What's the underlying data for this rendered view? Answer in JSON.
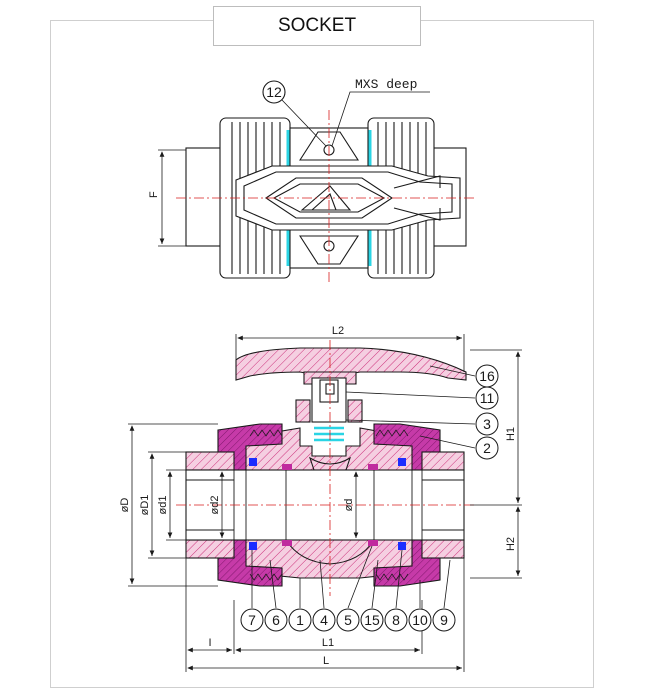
{
  "title": "SOCKET",
  "top_view": {
    "callout_number": "12",
    "note": "MXS deep",
    "dim_f": "F"
  },
  "section_view": {
    "dims": {
      "L2": "L2",
      "H1": "H1",
      "H2": "H2",
      "D": "øD",
      "D1": "øD1",
      "d1": "ød1",
      "d2": "ød2",
      "d": "ød",
      "I": "I",
      "L1": "L1",
      "L": "L"
    },
    "right_callouts": [
      "16",
      "11",
      "3",
      "2"
    ],
    "bottom_callouts": [
      "7",
      "6",
      "1",
      "4",
      "5",
      "15",
      "8",
      "10",
      "9"
    ]
  },
  "colors": {
    "body_fill": "#f3c8dd",
    "body_hatch": "#c81e6e",
    "nut_fill": "#c02a9e",
    "seal_blue": "#1c2cff",
    "oring_cyan": "#2ad4e4",
    "centerline": "#d81e1e",
    "line": "#1a1a1a"
  }
}
